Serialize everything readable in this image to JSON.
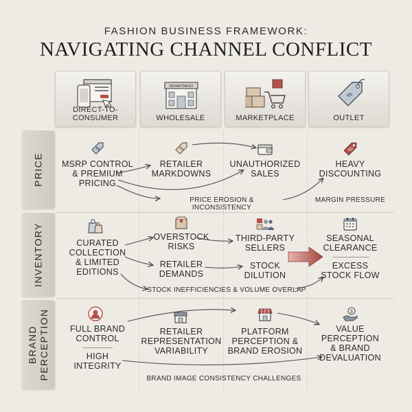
{
  "header": {
    "subtitle": "FASHION BUSINESS FRAMEWORK:",
    "title": "NAVIGATING CHANNEL CONFLICT"
  },
  "columns": [
    {
      "label": "DIRECT-TO-CONSUMER",
      "icon": "browser-and-phone-icon"
    },
    {
      "label": "WHOLESALE",
      "icon": "department-store-icon"
    },
    {
      "label": "MARKETPLACE",
      "icon": "boxes-and-cart-icon"
    },
    {
      "label": "OUTLET",
      "icon": "price-tag-icon"
    }
  ],
  "store_sign": "DEPARTMENT",
  "rows": [
    {
      "label": "PRICE"
    },
    {
      "label": "INVENTORY"
    },
    {
      "label_line1": "BRAND",
      "label_line2": "PERCEPTION"
    }
  ],
  "price": {
    "dtc": "MSRP CONTROL\n& PREMIUM\nPRICING",
    "wholesale": "RETAILER\nMARKDOWNS",
    "marketplace": "UNAUTHORIZED\nSALES",
    "outlet": "HEAVY\nDISCOUNTING",
    "flow_label": "PRICE EROSION & INCONSISTENCY",
    "outlet_note": "MARGIN PRESSURE"
  },
  "inventory": {
    "dtc": "CURATED\nCOLLECTION\n& LIMITED\nEDITIONS",
    "wholesale_top": "OVERSTOCK\nRISKS",
    "wholesale_bottom": "RETAILER\nDEMANDS",
    "marketplace_top": "THIRD-PARTY\nSELLERS",
    "marketplace_bottom": "STOCK\nDILUTION",
    "outlet_top": "SEASONAL\nCLEARANCE",
    "outlet_bottom": "EXCESS\nSTOCK FLOW",
    "flow_label": "STOCK INEFFICIENCIES & VOLUME OVERLAP"
  },
  "brand": {
    "dtc_top": "FULL BRAND\nCONTROL",
    "dtc_bottom": "HIGH\nINTEGRITY",
    "wholesale": "RETAILER\nREPRESENTATION\nVARIABILITY",
    "marketplace": "PLATFORM\nPERCEPTION &\nBRAND EROSION",
    "outlet": "VALUE\nPERCEPTION\n& BRAND\nDEVALUATION",
    "flow_label": "BRAND IMAGE CONSISTENCY CHALLENGES"
  },
  "colors": {
    "background": "#eeebe5",
    "accent_red": "#b5524b",
    "arrow": "#4a4a4a"
  }
}
